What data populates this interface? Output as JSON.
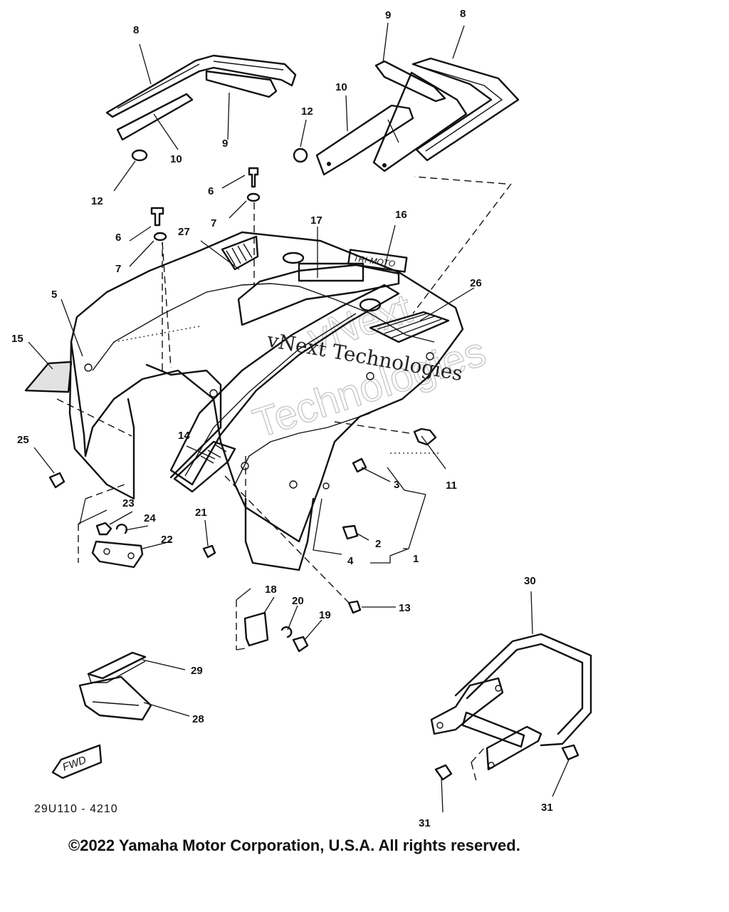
{
  "callouts": {
    "c1": "1",
    "c2": "2",
    "c3": "3",
    "c4": "4",
    "c5": "5",
    "c6a": "6",
    "c6b": "6",
    "c7a": "7",
    "c7b": "7",
    "c8a": "8",
    "c8b": "8",
    "c9a": "9",
    "c9b": "9",
    "c10a": "10",
    "c10b": "10",
    "c11": "11",
    "c12a": "12",
    "c12b": "12",
    "c13": "13",
    "c14": "14",
    "c15": "15",
    "c16": "16",
    "c17": "17",
    "c18": "18",
    "c19": "19",
    "c20": "20",
    "c21": "21",
    "c22": "22",
    "c23": "23",
    "c24": "24",
    "c25": "25",
    "c26": "26",
    "c27": "27",
    "c28": "28",
    "c29": "29",
    "c30": "30",
    "c31a": "31",
    "c31b": "31"
  },
  "fwd_label": "FWD",
  "decal_text": "TRI-MOTO",
  "drawing_code": "29U110 - 4210",
  "watermark": {
    "main": "vNext Technologies",
    "outline_line1": "vNext",
    "outline_line2": "Technologies"
  },
  "copyright": "©2022 Yamaha Motor Corporation, U.S.A. All rights reserved."
}
